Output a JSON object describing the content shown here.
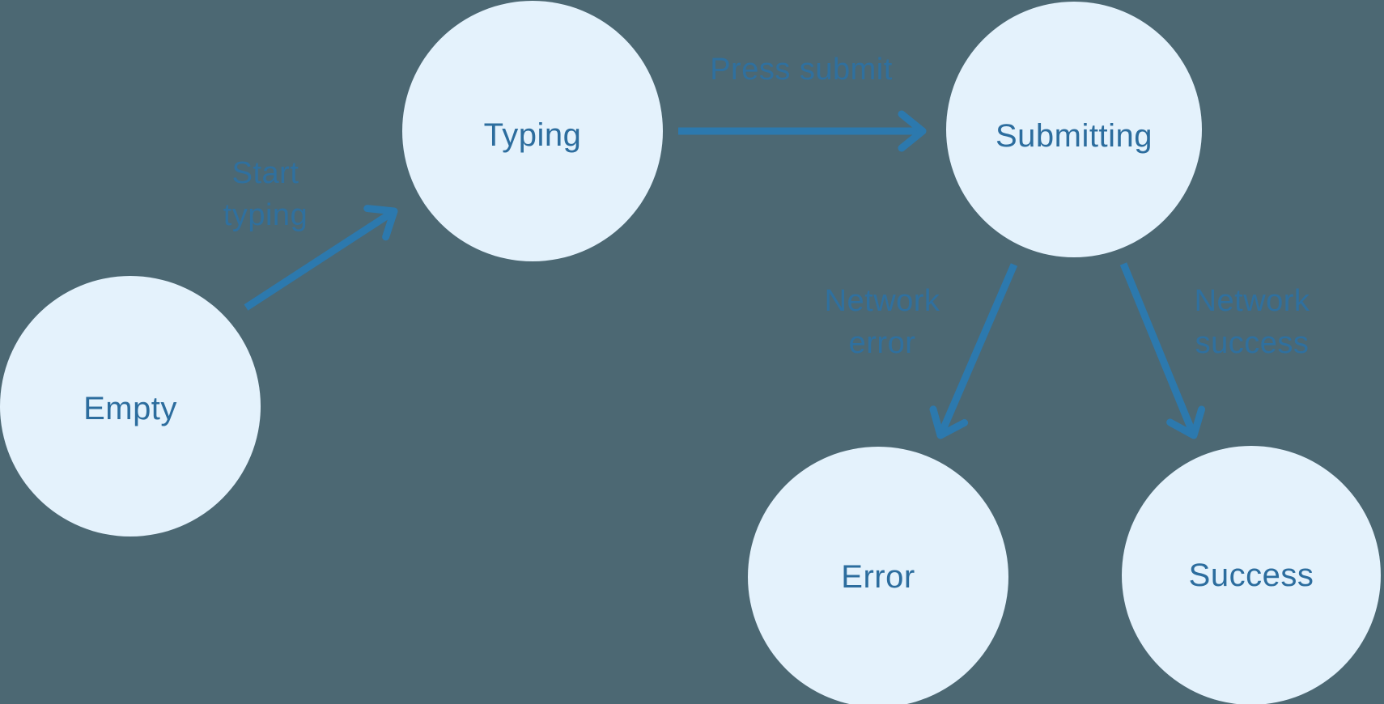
{
  "diagram": {
    "kind": "state-machine",
    "colors": {
      "background": "#4C6873",
      "node_fill": "#E4F2FC",
      "node_text": "#2C6D9E",
      "edge_label_text": "#2F709F",
      "arrow": "#2C79AE"
    },
    "states": [
      {
        "id": "empty",
        "label": "Empty"
      },
      {
        "id": "typing",
        "label": "Typing"
      },
      {
        "id": "submitting",
        "label": "Submitting"
      },
      {
        "id": "error",
        "label": "Error"
      },
      {
        "id": "success",
        "label": "Success"
      }
    ],
    "transitions": [
      {
        "from": "empty",
        "to": "typing",
        "label": "Start typing",
        "lines": [
          "Start",
          "typing"
        ]
      },
      {
        "from": "typing",
        "to": "submitting",
        "label": "Press submit",
        "lines": [
          "Press submit"
        ]
      },
      {
        "from": "submitting",
        "to": "error",
        "label": "Network error",
        "lines": [
          "Network",
          "error"
        ]
      },
      {
        "from": "submitting",
        "to": "success",
        "label": "Network success",
        "lines": [
          "Network",
          "success"
        ]
      }
    ]
  }
}
